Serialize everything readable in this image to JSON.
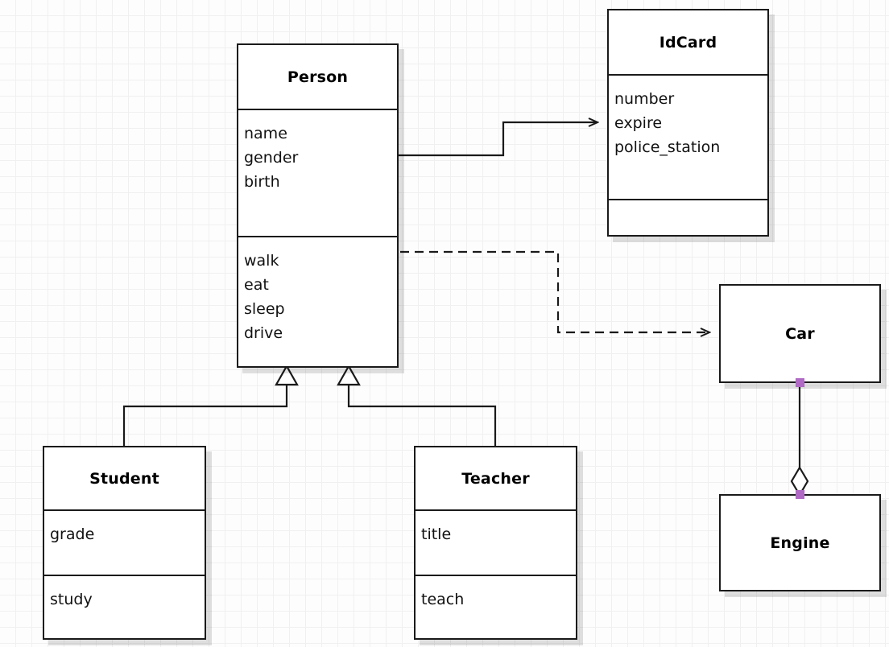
{
  "diagram": {
    "type": "uml-class-diagram",
    "background": "#fdfdfd",
    "grid": "20px light-gray",
    "line_color": "#1a1a1a",
    "handle_color": "#b069c4"
  },
  "classes": [
    {
      "id": "person",
      "name": "Person",
      "attributes": [
        "name",
        "gender",
        "birth"
      ],
      "methods": [
        "walk",
        "eat",
        "sleep",
        "drive"
      ]
    },
    {
      "id": "idcard",
      "name": "IdCard",
      "attributes": [
        "number",
        "expire",
        "police_station"
      ],
      "methods": []
    },
    {
      "id": "student",
      "name": "Student",
      "attributes": [
        "grade"
      ],
      "methods": [
        "study"
      ]
    },
    {
      "id": "teacher",
      "name": "Teacher",
      "attributes": [
        "title"
      ],
      "methods": [
        "teach"
      ]
    },
    {
      "id": "car",
      "name": "Car",
      "attributes": [],
      "methods": []
    },
    {
      "id": "engine",
      "name": "Engine",
      "attributes": [],
      "methods": []
    }
  ],
  "relationships": [
    {
      "id": "person-idcard",
      "kind": "association",
      "style": "solid",
      "arrow": "open",
      "from": "person",
      "to": "idcard"
    },
    {
      "id": "person-car",
      "kind": "dependency",
      "style": "dashed",
      "arrow": "open",
      "from": "person",
      "to": "car"
    },
    {
      "id": "student-person",
      "kind": "generalization",
      "style": "solid",
      "arrow": "hollow-triangle",
      "from": "student",
      "to": "person"
    },
    {
      "id": "teacher-person",
      "kind": "generalization",
      "style": "solid",
      "arrow": "hollow-triangle",
      "from": "teacher",
      "to": "person"
    },
    {
      "id": "car-engine",
      "kind": "aggregation",
      "style": "solid",
      "arrow": "hollow-diamond",
      "from": "car",
      "to": "engine"
    }
  ]
}
